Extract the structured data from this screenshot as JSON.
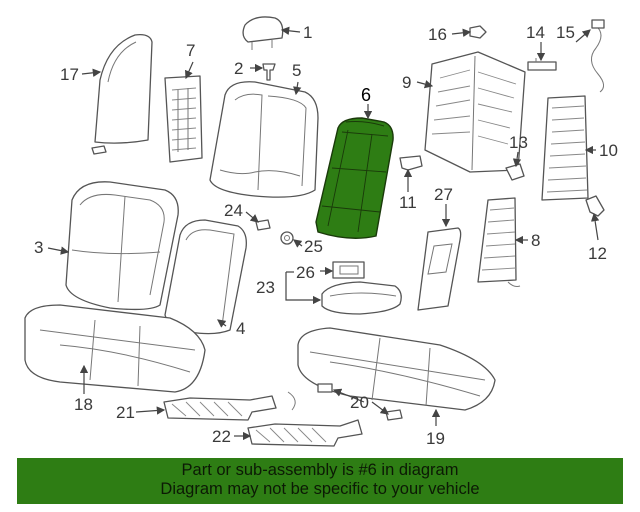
{
  "diagram": {
    "callouts": [
      "1",
      "2",
      "3",
      "4",
      "5",
      "6",
      "7",
      "8",
      "9",
      "10",
      "11",
      "12",
      "13",
      "14",
      "15",
      "16",
      "17",
      "18",
      "19",
      "20",
      "21",
      "22",
      "23",
      "24",
      "25",
      "26",
      "27"
    ],
    "highlighted_part": "6",
    "highlight_color": "#2e7d14",
    "line_color": "#555555"
  },
  "banner": {
    "line1": "Part or sub-assembly is #6 in diagram",
    "line2": "Diagram may not be specific to your vehicle",
    "color": "#2e7d14"
  }
}
